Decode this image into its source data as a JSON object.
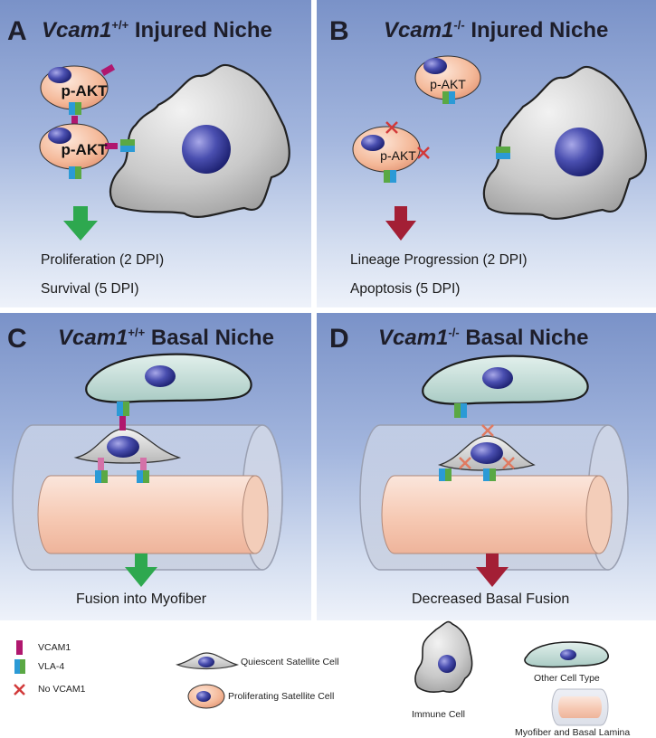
{
  "panels": {
    "a": {
      "letter": "A",
      "gene": "Vcam1",
      "genotype": "+/+",
      "niche": "Injured Niche",
      "cell_label_1": "p-AKT",
      "cell_label_2": "p-AKT",
      "outcome_1": "Proliferation (2 DPI)",
      "outcome_2": "Survival (5 DPI)",
      "arrow_color": "#2ea84f"
    },
    "b": {
      "letter": "B",
      "gene": "Vcam1",
      "genotype": "-/-",
      "niche": "Injured Niche",
      "cell_label_1": "p-AKT",
      "cell_label_2": "p-AKT",
      "outcome_1": "Lineage Progression (2 DPI)",
      "outcome_2": "Apoptosis (5 DPI)",
      "arrow_color": "#a31f35"
    },
    "c": {
      "letter": "C",
      "gene": "Vcam1",
      "genotype": "+/+",
      "niche": "Basal Niche",
      "outcome": "Fusion into Myofiber",
      "arrow_color": "#2ea84f"
    },
    "d": {
      "letter": "D",
      "gene": "Vcam1",
      "genotype": "-/-",
      "niche": "Basal Niche",
      "outcome": "Decreased Basal Fusion",
      "arrow_color": "#a31f35"
    }
  },
  "legend": {
    "vcam1": "VCAM1",
    "vla4": "VLA-4",
    "no_vcam1": "No VCAM1",
    "quiescent": "Quiescent Satellite Cell",
    "proliferating": "Proliferating Satellite Cell",
    "immune": "Immune Cell",
    "other": "Other Cell Type",
    "myofiber": "Myofiber and Basal Lamina"
  },
  "colors": {
    "vcam1": "#b0176e",
    "vla4_blue": "#2b9ad6",
    "vla4_green": "#5aa844",
    "x_mark": "#d23a3a",
    "nucleus": "#2a2f8a",
    "prolif_cell": "#f2b79c",
    "immune_cell": "#c8c8c8",
    "other_cell": "#c3ddd8"
  }
}
